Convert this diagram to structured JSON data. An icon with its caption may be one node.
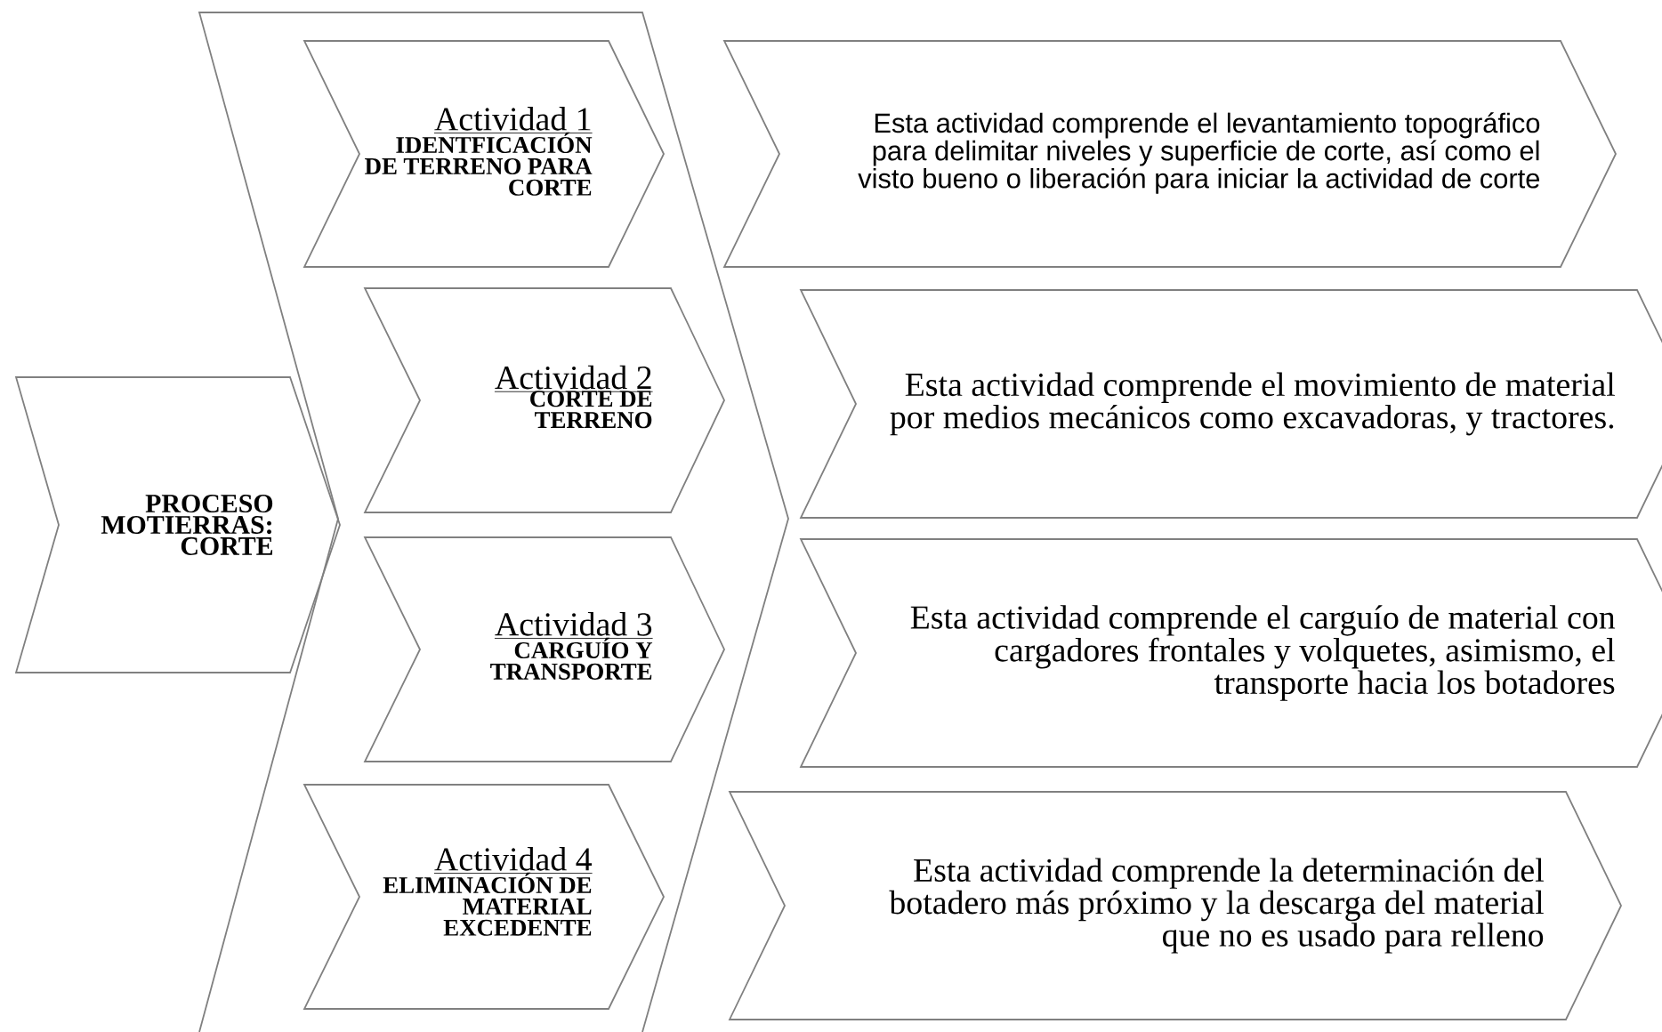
{
  "diagram": {
    "nodes": [
      {
        "text": [
          "PROCESO MOTIERRAS: CORTE"
        ]
      },
      {
        "text": [],
        "shape": "chevron"
      },
      {
        "text": [
          "Actividad 1",
          "IDENTFICACIÓN DE TERRENO PARA CORTE"
        ],
        "in": 1
      },
      {
        "text": [
          "Actividad 2",
          "CORTE DE TERRENO"
        ],
        "in": 1
      },
      {
        "text": [
          "Actividad 3",
          "CARGUÍO Y TRANSPORTE"
        ],
        "in": 1
      },
      {
        "text": [
          "Actividad 4",
          "ELIMINACIÓN DE MATERIAL EXCEDENTE"
        ],
        "in": 1
      },
      {
        "text": [
          "Esta actividad comprende el levantamiento topográfico para delimitar niveles y superficie de corte, así como el visto bueno o liberación para iniciar la actividad de corte"
        ]
      },
      {
        "text": [
          "Esta actividad comprende el movimiento de material por medios mecánicos como excavadoras, y tractores."
        ]
      },
      {
        "text": [
          "Esta actividad comprende el carguío de material con cargadores frontales y volquetes, asimismo, el transporte hacia los botadores"
        ]
      },
      {
        "text": [
          "Esta actividad comprende la determinación del botadero más próximo y la descarga del material que no es usado para relleno"
        ]
      }
    ]
  }
}
